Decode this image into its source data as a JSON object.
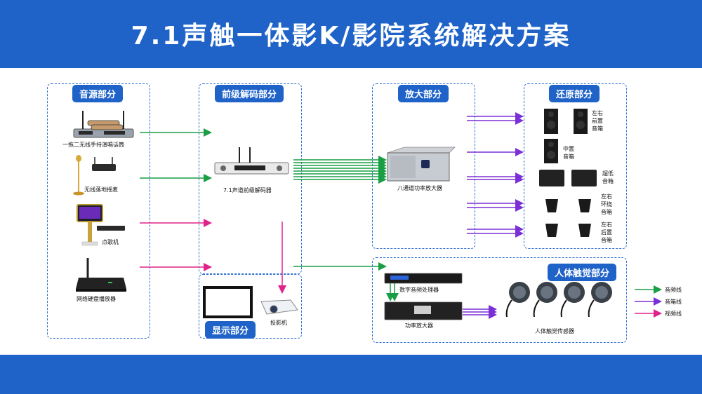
{
  "title": "7.1声触一体影K/影院系统解决方案",
  "sections": {
    "source": "音源部分",
    "decoder": "前级解码部分",
    "amp": "放大部分",
    "speakers": "还原部分",
    "display": "显示部分",
    "tactile": "人体触觉部分"
  },
  "devices": {
    "mic": "一拖二无线手持演唱话筒",
    "floor_mic": "无线落地摇麦",
    "song_player": "点歌机",
    "hdd_player": "网络硬盘播放器",
    "decoder": "7.1声道前级解码器",
    "amp8": "八通道功率放大器",
    "projector": "投影机",
    "dsp": "数字音频处理器",
    "power_amp": "功率放大器",
    "sensor": "人体触觉传感器"
  },
  "speakers": {
    "front": "左右前置音箱",
    "center": "中置音箱",
    "sub": "超低音箱",
    "surround": "左右环绕音箱",
    "rear": "左右后置音箱"
  },
  "legend": {
    "audio": "音频线",
    "speaker": "音箱线",
    "video": "视频线"
  },
  "colors": {
    "brand": "#1f63c9",
    "audio": "#1a9e45",
    "speaker": "#7b2fd6",
    "video": "#e0228a"
  }
}
